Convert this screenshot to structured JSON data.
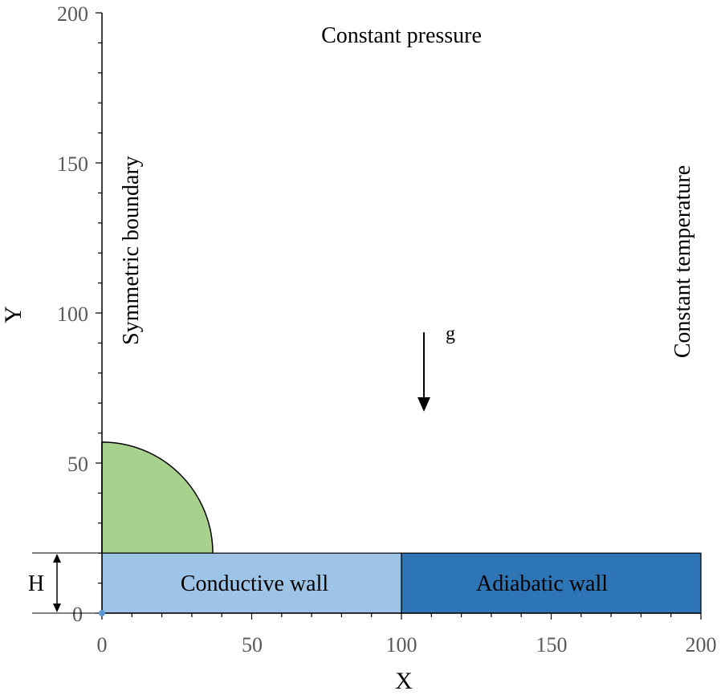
{
  "axes": {
    "xlabel": "X",
    "ylabel": "Y",
    "xlim": [
      0,
      200
    ],
    "ylim": [
      0,
      200
    ],
    "xticks": [
      "0",
      "50",
      "100",
      "150",
      "200"
    ],
    "yticks": [
      "0",
      "50",
      "100",
      "150",
      "200"
    ]
  },
  "labels": {
    "top": "Constant pressure",
    "left": "Symmetric boundary",
    "right": "Constant temperature",
    "gravity": "g",
    "wall_height": "H",
    "conductive_wall": "Conductive wall",
    "adiabatic_wall": "Adiabatic wall"
  },
  "geometry": {
    "wall_height": 20,
    "conductive_wall_x": [
      0,
      100
    ],
    "adiabatic_wall_x": [
      100,
      200
    ],
    "bubble_radius": 37
  },
  "colors": {
    "bubble": "#a9d18e",
    "conductive_wall": "#9dc3e6",
    "adiabatic_wall": "#2e75b6",
    "axis": "#000000",
    "tick_label": "#595959",
    "origin_marker": "#5b9bd5"
  }
}
